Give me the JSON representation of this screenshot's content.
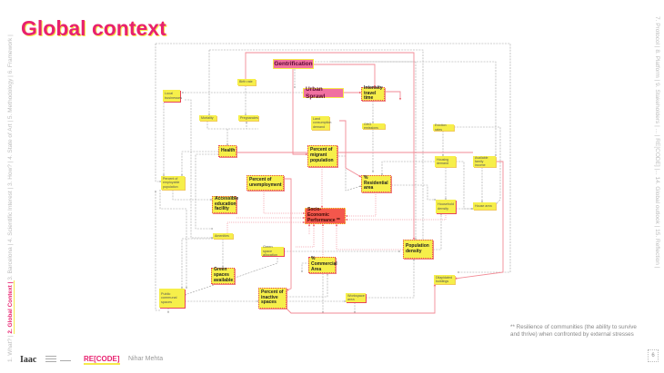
{
  "page": {
    "title": "Global context",
    "page_number": "6",
    "author": "Nihar Mehta",
    "brand": "RE[CODE]",
    "logo_text": "Iaac",
    "note": "** Resilience of communities (the ability to survive and thrive) when confronted by external stresses"
  },
  "colors": {
    "accent": "#e8216f",
    "highlight": "#f6e94a",
    "node_yellow": "#f6ef4a",
    "node_pink": "#f070a0",
    "node_red": "#f4574c",
    "link_red": "#f08a92",
    "link_gray": "#9a9a9a"
  },
  "nav_left": [
    {
      "label": "1. What? |",
      "active": false
    },
    {
      "label": "2. Global Context |",
      "active": true
    },
    {
      "label": "3. Barcelona |",
      "active": false
    },
    {
      "label": "4. Scientific Interest |",
      "active": false
    },
    {
      "label": "3. How? |",
      "active": false
    },
    {
      "label": "4. State of Art |",
      "active": false
    },
    {
      "label": "5. Methodology |",
      "active": false
    },
    {
      "label": "6. Framework |",
      "active": false
    }
  ],
  "nav_right": [
    {
      "label": "7. Protocol |"
    },
    {
      "label": "8. Platform |"
    },
    {
      "label": "9. Stakeholders |"
    },
    {
      "label": "..."
    },
    {
      "label": "| RE[CODE] |..."
    },
    {
      "label": "14. Global outlook |"
    },
    {
      "label": "15. Reflection |"
    }
  ],
  "diagram": {
    "nodes": [
      {
        "id": "gentrification",
        "label": "Gentrification",
        "style": "pink"
      },
      {
        "id": "urban_sprawl",
        "label": "Urban Sprawl",
        "style": "pink"
      },
      {
        "id": "intensity_travel",
        "label": "Intensity travel time",
        "style": "medium"
      },
      {
        "id": "birth_rate",
        "label": "Birth rate",
        "style": "small"
      },
      {
        "id": "local_businesses",
        "label": "Local businesses",
        "style": "orange"
      },
      {
        "id": "mortality",
        "label": "Mortality",
        "style": "small"
      },
      {
        "id": "pregnancies",
        "label": "Pregnancies",
        "style": "small"
      },
      {
        "id": "land_consumption",
        "label": "Land consumption demand",
        "style": "small"
      },
      {
        "id": "ghg",
        "label": "GHG emissions",
        "style": "small"
      },
      {
        "id": "eviction",
        "label": "Eviction rates",
        "style": "small"
      },
      {
        "id": "health",
        "label": "Health",
        "style": "medium"
      },
      {
        "id": "migrant",
        "label": "Percent of migrant population",
        "style": "medium"
      },
      {
        "id": "housing_demand",
        "label": "Housing demand",
        "style": "small"
      },
      {
        "id": "family_income",
        "label": "Available family income",
        "style": "small"
      },
      {
        "id": "employable",
        "label": "Percent of employable population",
        "style": "small"
      },
      {
        "id": "unemployment",
        "label": "Percent of unemployment",
        "style": "medium"
      },
      {
        "id": "residential",
        "label": "% Residential area",
        "style": "medium"
      },
      {
        "id": "education",
        "label": "Accessible education facility",
        "style": "medium"
      },
      {
        "id": "household_density",
        "label": "Household density",
        "style": "orange"
      },
      {
        "id": "house_area",
        "label": "House area",
        "style": "small"
      },
      {
        "id": "socio_economic",
        "label": "Socio-Economic Performance **",
        "style": "red"
      },
      {
        "id": "amenities",
        "label": "Amenities",
        "style": "small"
      },
      {
        "id": "green_alloc",
        "label": "Green space allocation",
        "style": "orange"
      },
      {
        "id": "population_density",
        "label": "Population density",
        "style": "medium"
      },
      {
        "id": "commercial",
        "label": "% Commercial Area",
        "style": "medium"
      },
      {
        "id": "green_available",
        "label": "Green spaces available",
        "style": "medium"
      },
      {
        "id": "dilapidated",
        "label": "Dilapidated buildings",
        "style": "small"
      },
      {
        "id": "public_communal",
        "label": "Public communal spaces",
        "style": "orange"
      },
      {
        "id": "inactive",
        "label": "Percent of inactive spaces",
        "style": "medium"
      },
      {
        "id": "workspace",
        "label": "Workspace area",
        "style": "orange"
      }
    ]
  }
}
